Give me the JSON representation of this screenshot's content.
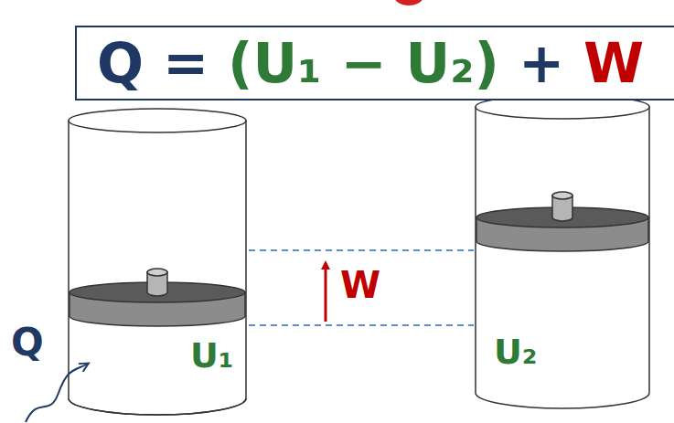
{
  "diagram": {
    "nodes": [
      {
        "text": [
          "Q = (U₁ − U₂) + W"
        ]
      }
    ],
    "labels": [
      "W",
      "Q",
      "U₁",
      "U₂"
    ]
  }
}
